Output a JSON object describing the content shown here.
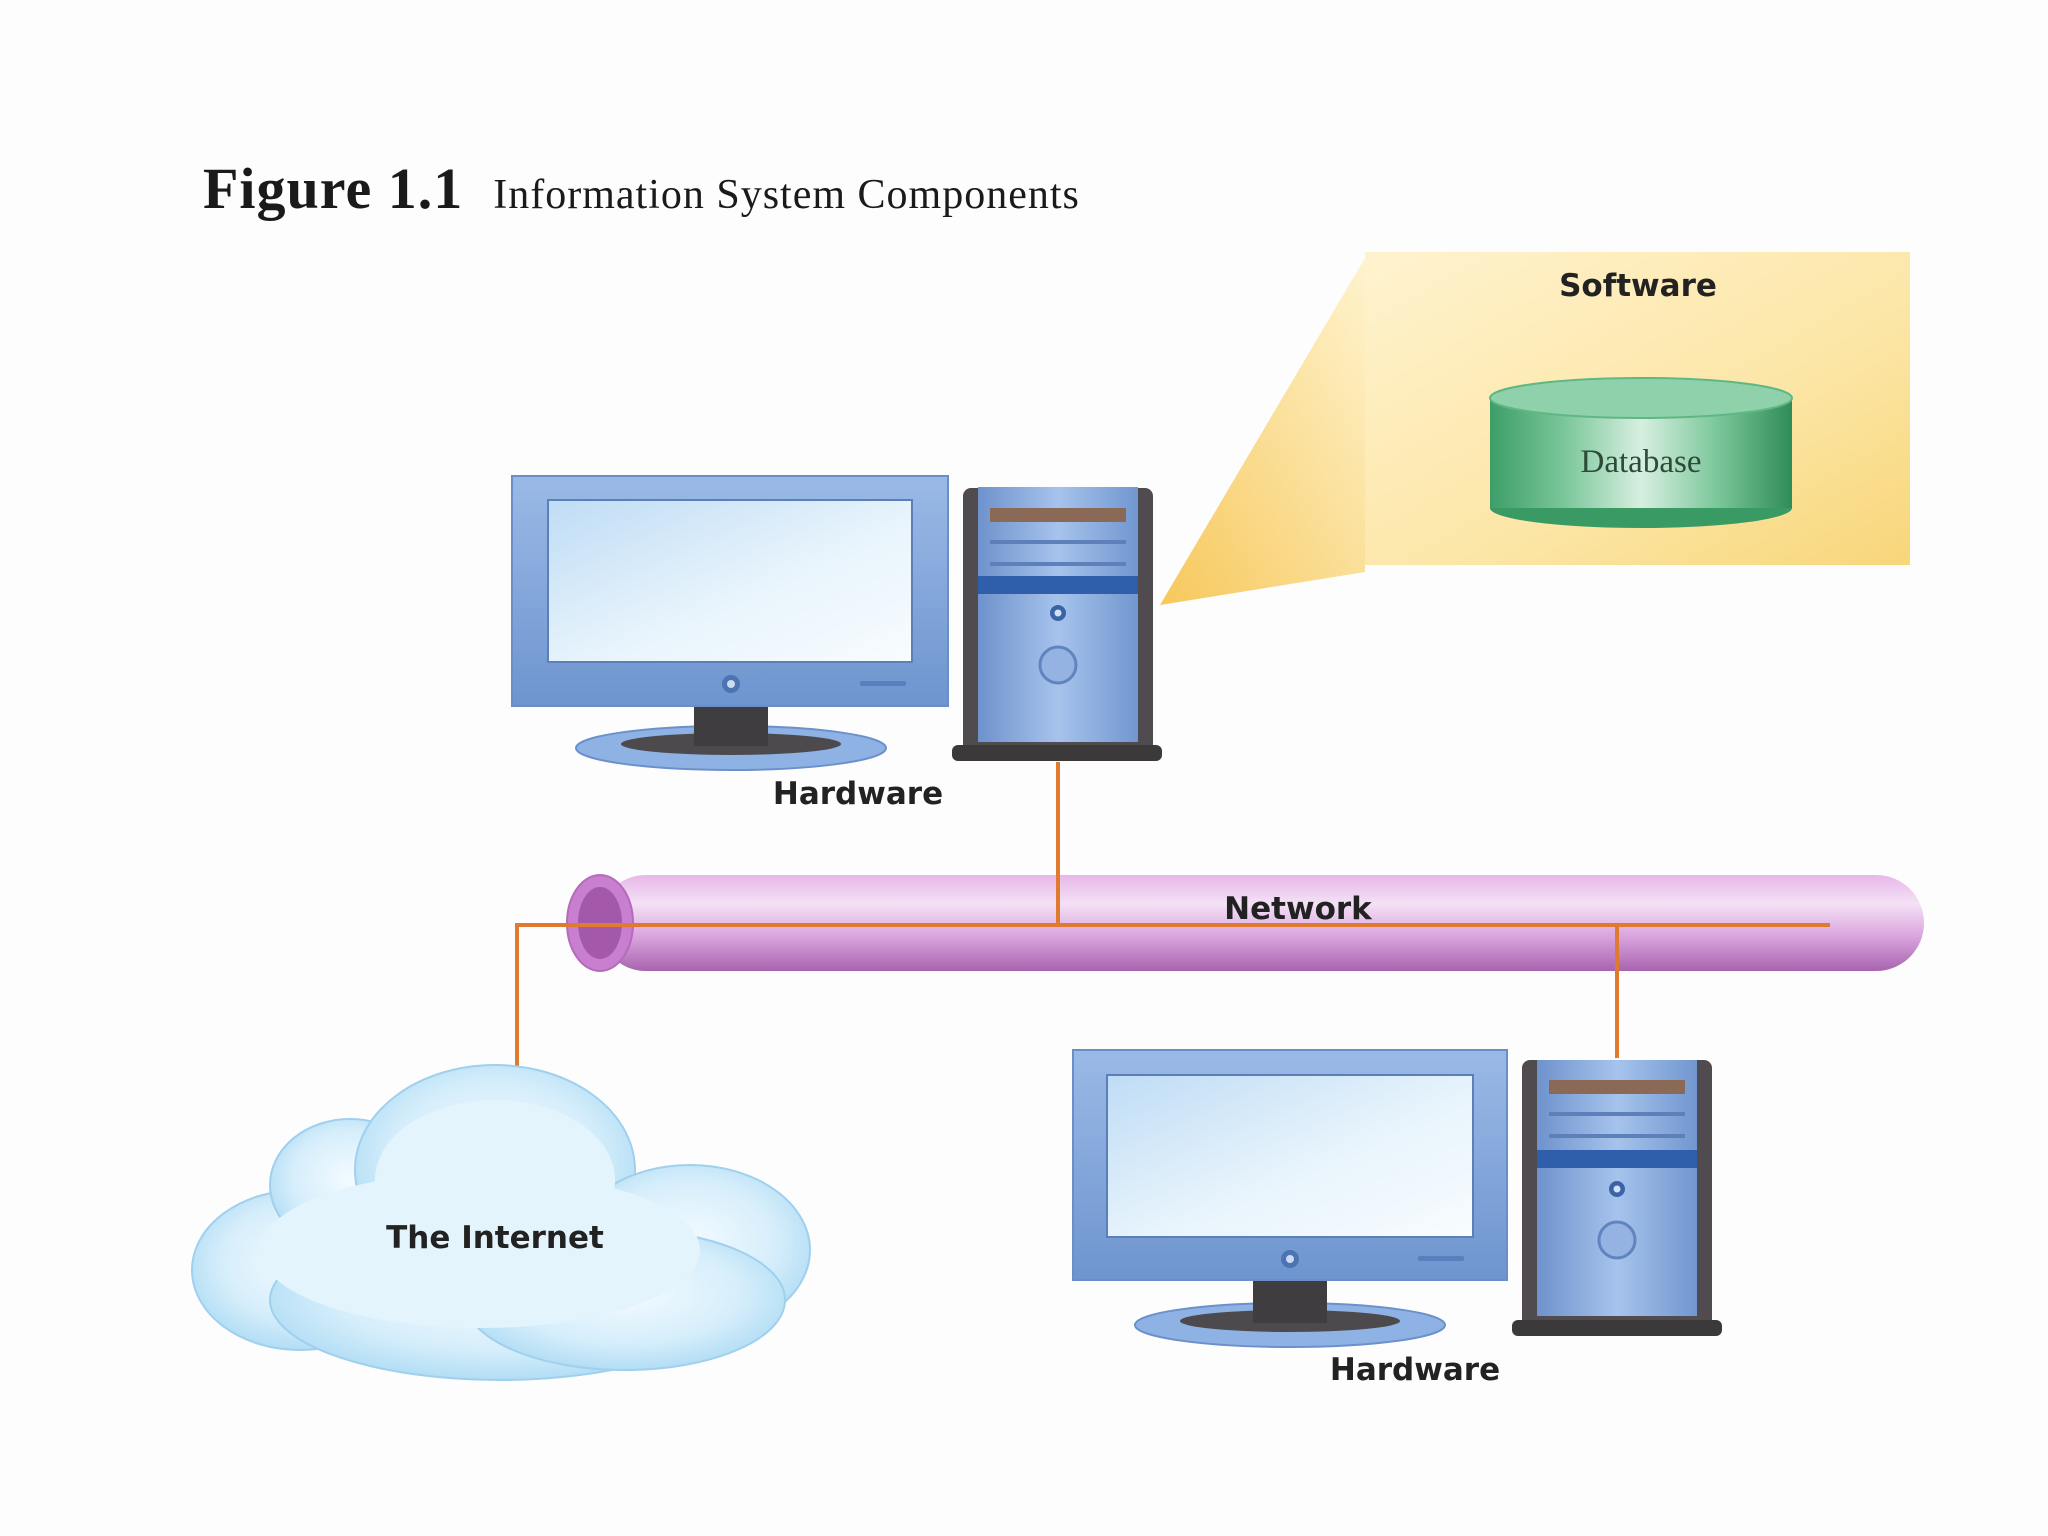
{
  "figure": {
    "number": "Figure 1.1",
    "caption": "Information System Components"
  },
  "nodes": {
    "software": "Software",
    "database": "Database",
    "hardware_top": "Hardware",
    "network": "Network",
    "internet": "The Internet",
    "hardware_bottom": "Hardware"
  },
  "colors": {
    "connector": "#e07a30",
    "network_pipe": "#c77fce",
    "software_panel": "#fbe3a1",
    "database": "#55b07c",
    "monitor": "#7ea3d6",
    "cloud": "#bfe4f7"
  }
}
